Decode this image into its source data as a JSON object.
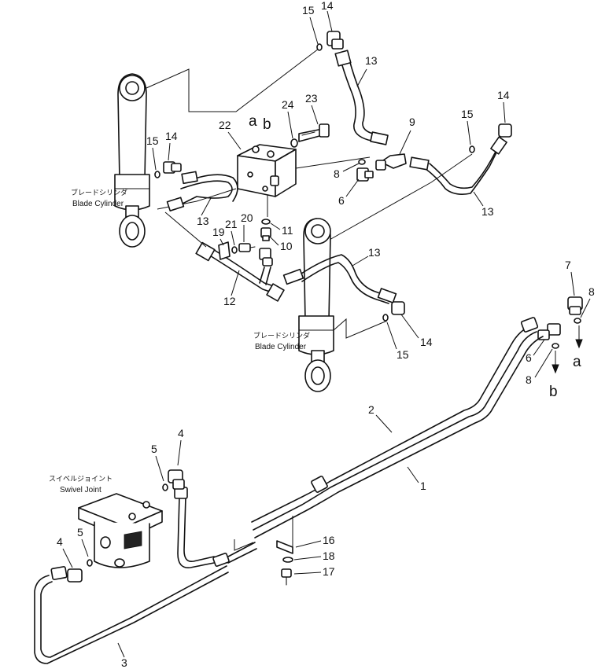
{
  "diagram": {
    "captions": {
      "blade_cylinder_upper_jp": "ブレードシリンダ",
      "blade_cylinder_upper_en": "Blade Cylinder",
      "blade_cylinder_lower_jp": "ブレードシリンダ",
      "blade_cylinder_lower_en": "Blade Cylinder",
      "swivel_joint_jp": "スイベルジョイント",
      "swivel_joint_en": "Swivel Joint"
    },
    "letters": {
      "valve_a": "a",
      "valve_b": "b",
      "port_a": "a",
      "port_b": "b"
    },
    "callouts": [
      {
        "id": "c1",
        "label": "1"
      },
      {
        "id": "c2",
        "label": "2"
      },
      {
        "id": "c3",
        "label": "3"
      },
      {
        "id": "c4a",
        "label": "4"
      },
      {
        "id": "c4b",
        "label": "4"
      },
      {
        "id": "c5a",
        "label": "5"
      },
      {
        "id": "c5b",
        "label": "5"
      },
      {
        "id": "c6a",
        "label": "6"
      },
      {
        "id": "c6b",
        "label": "6"
      },
      {
        "id": "c7",
        "label": "7"
      },
      {
        "id": "c8a",
        "label": "8"
      },
      {
        "id": "c8b",
        "label": "8"
      },
      {
        "id": "c8c",
        "label": "8"
      },
      {
        "id": "c9",
        "label": "9"
      },
      {
        "id": "c10",
        "label": "10"
      },
      {
        "id": "c11",
        "label": "11"
      },
      {
        "id": "c12",
        "label": "12"
      },
      {
        "id": "c13a",
        "label": "13"
      },
      {
        "id": "c13b",
        "label": "13"
      },
      {
        "id": "c13c",
        "label": "13"
      },
      {
        "id": "c13d",
        "label": "13"
      },
      {
        "id": "c14a",
        "label": "14"
      },
      {
        "id": "c14b",
        "label": "14"
      },
      {
        "id": "c14c",
        "label": "14"
      },
      {
        "id": "c14d",
        "label": "14"
      },
      {
        "id": "c15a",
        "label": "15"
      },
      {
        "id": "c15b",
        "label": "15"
      },
      {
        "id": "c15c",
        "label": "15"
      },
      {
        "id": "c15d",
        "label": "15"
      },
      {
        "id": "c16",
        "label": "16"
      },
      {
        "id": "c17",
        "label": "17"
      },
      {
        "id": "c18",
        "label": "18"
      },
      {
        "id": "c19",
        "label": "19"
      },
      {
        "id": "c20",
        "label": "20"
      },
      {
        "id": "c21",
        "label": "21"
      },
      {
        "id": "c22",
        "label": "22"
      },
      {
        "id": "c23",
        "label": "23"
      },
      {
        "id": "c24",
        "label": "24"
      }
    ]
  }
}
